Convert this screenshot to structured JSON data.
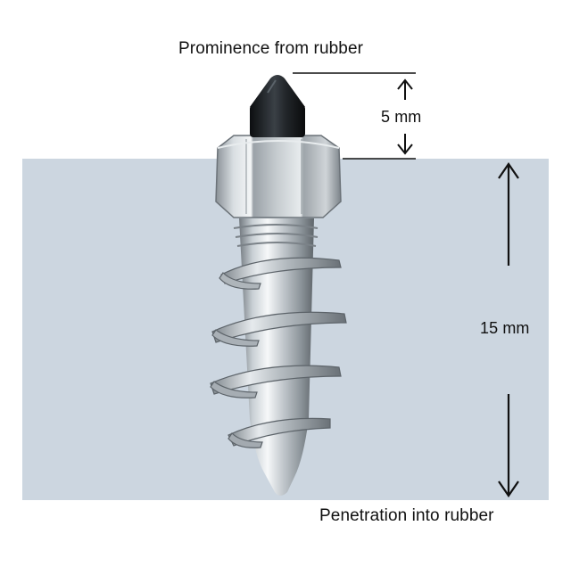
{
  "labels": {
    "top": "Prominence from rubber",
    "bottom": "Penetration into rubber"
  },
  "dimensions": {
    "prominence": "5 mm",
    "penetration": "15 mm"
  },
  "colors": {
    "rubber": "#ccd6e0",
    "line": "#111111",
    "steel_light": "#f2f5f7",
    "steel_mid": "#b9c0c6",
    "steel_dark": "#6e767d",
    "tip": "#1b1e22"
  },
  "icons": {
    "arrow_up": "up-arrow-icon",
    "arrow_down": "down-arrow-icon"
  }
}
